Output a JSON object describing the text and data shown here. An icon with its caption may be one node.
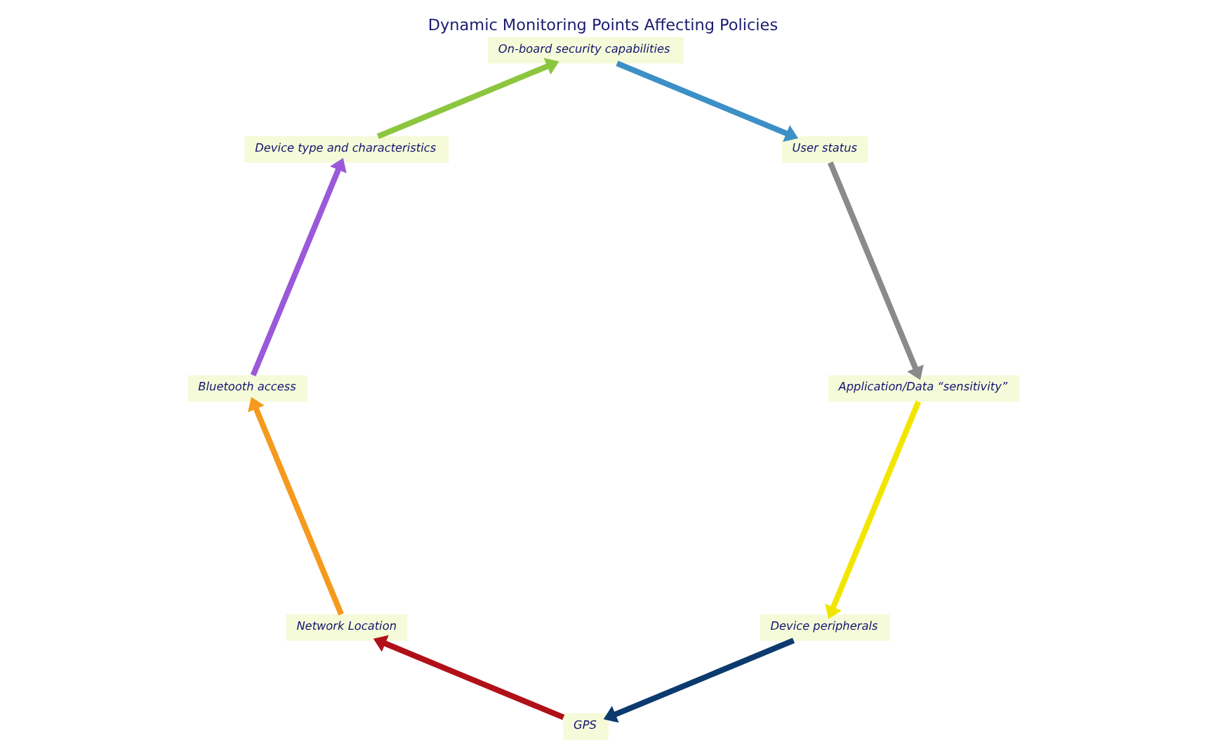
{
  "diagram": {
    "title": "Dynamic Monitoring Points Affecting Policies",
    "nodes": [
      {
        "text": [
          "Device peripherals"
        ]
      },
      {
        "text": [
          "GPS"
        ]
      },
      {
        "text": [
          "Application/Data “sensitivity”"
        ]
      },
      {
        "text": [
          "Network Location"
        ]
      },
      {
        "text": [
          "User status"
        ]
      },
      {
        "text": [
          "Bluetooth access"
        ]
      },
      {
        "text": [
          "On-board security capabilities"
        ]
      },
      {
        "text": [
          "Device type and characteristics"
        ]
      }
    ],
    "edges": [
      {
        "from": 0,
        "to": 1,
        "arrow": "to",
        "color": "#0b3a6e"
      },
      {
        "from": 1,
        "to": 3,
        "arrow": "to",
        "color": "#b01018"
      },
      {
        "from": 3,
        "to": 5,
        "arrow": "to",
        "color": "#f59a1e"
      },
      {
        "from": 5,
        "to": 7,
        "arrow": "to",
        "color": "#9b59d9"
      },
      {
        "from": 7,
        "to": 6,
        "arrow": "to",
        "color": "#8cc63f"
      },
      {
        "from": 6,
        "to": 4,
        "arrow": "to",
        "color": "#3d8fc7"
      },
      {
        "from": 4,
        "to": 2,
        "arrow": "to",
        "color": "#8a8a8a"
      },
      {
        "from": 2,
        "to": 0,
        "arrow": "to",
        "color": "#f2e600"
      }
    ]
  }
}
